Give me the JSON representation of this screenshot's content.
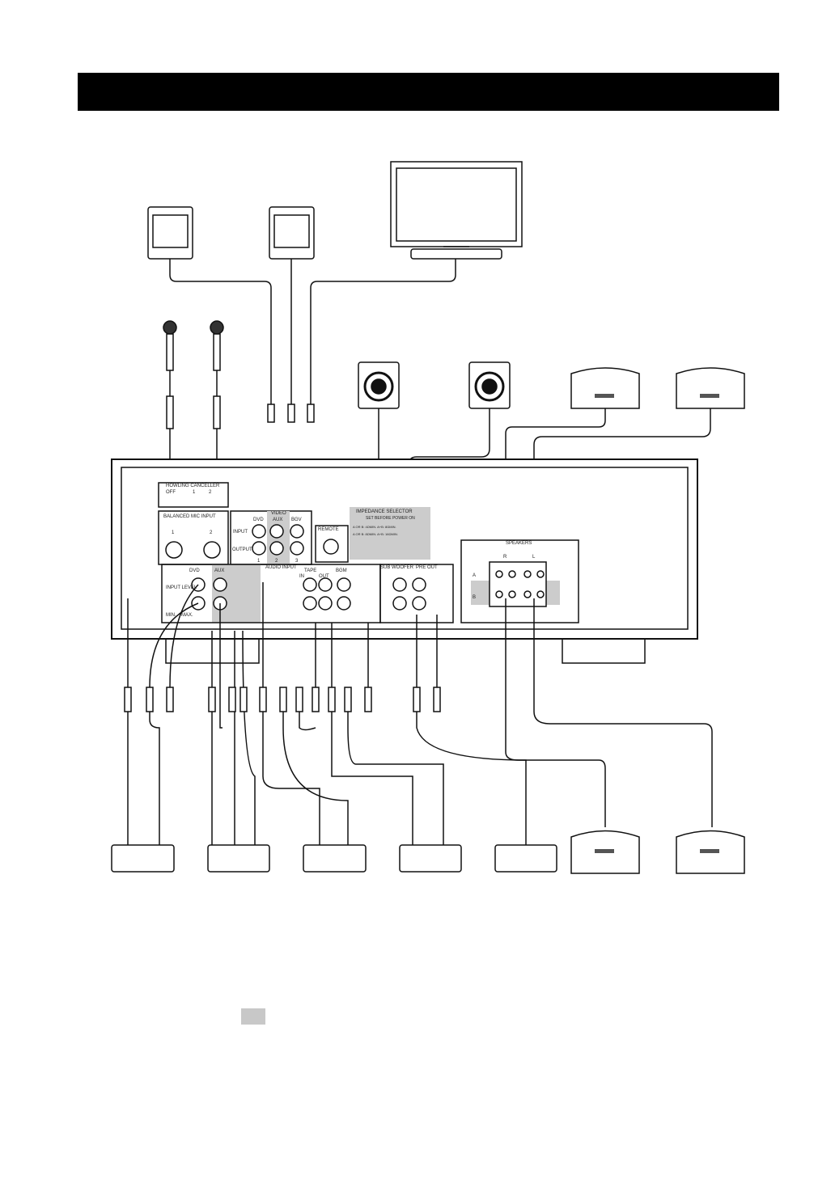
{
  "diagram": {
    "panel_labels": {
      "howling_canceller": "HOWLING CANCELLER",
      "off": "OFF",
      "pos1": "1",
      "pos2": "2",
      "balanced_mic_input": "BALANCED MIC INPUT",
      "mic1": "1",
      "mic2": "2",
      "video": "VIDEO",
      "dvd": "DVD",
      "aux": "AUX",
      "bgv": "BGV",
      "input": "INPUT",
      "output": "OUTPUT",
      "out1": "1",
      "out2": "2",
      "out3": "3",
      "remote": "REMOTE",
      "impedance_selector": "IMPEDANCE SELECTOR",
      "set_before_power_on": "SET BEFORE POWER ON",
      "imp_low": "A OR B: 4ΩMIN. A+B: 8ΩMIN.",
      "imp_high": "A OR B: 8ΩMIN. A+B: 16ΩMIN.",
      "audio_input": "AUDIO INPUT",
      "tape": "TAPE",
      "in": "IN",
      "out": "OUT",
      "bgm": "BGM",
      "input_level": "INPUT LEVEL",
      "min": "MIN.",
      "max": "MAX.",
      "sub_woofer": "SUB WOOFER",
      "pre_out": "PRE OUT",
      "speakers": "SPEAKERS",
      "r": "R",
      "l": "L",
      "a": "A",
      "b": "B"
    }
  }
}
